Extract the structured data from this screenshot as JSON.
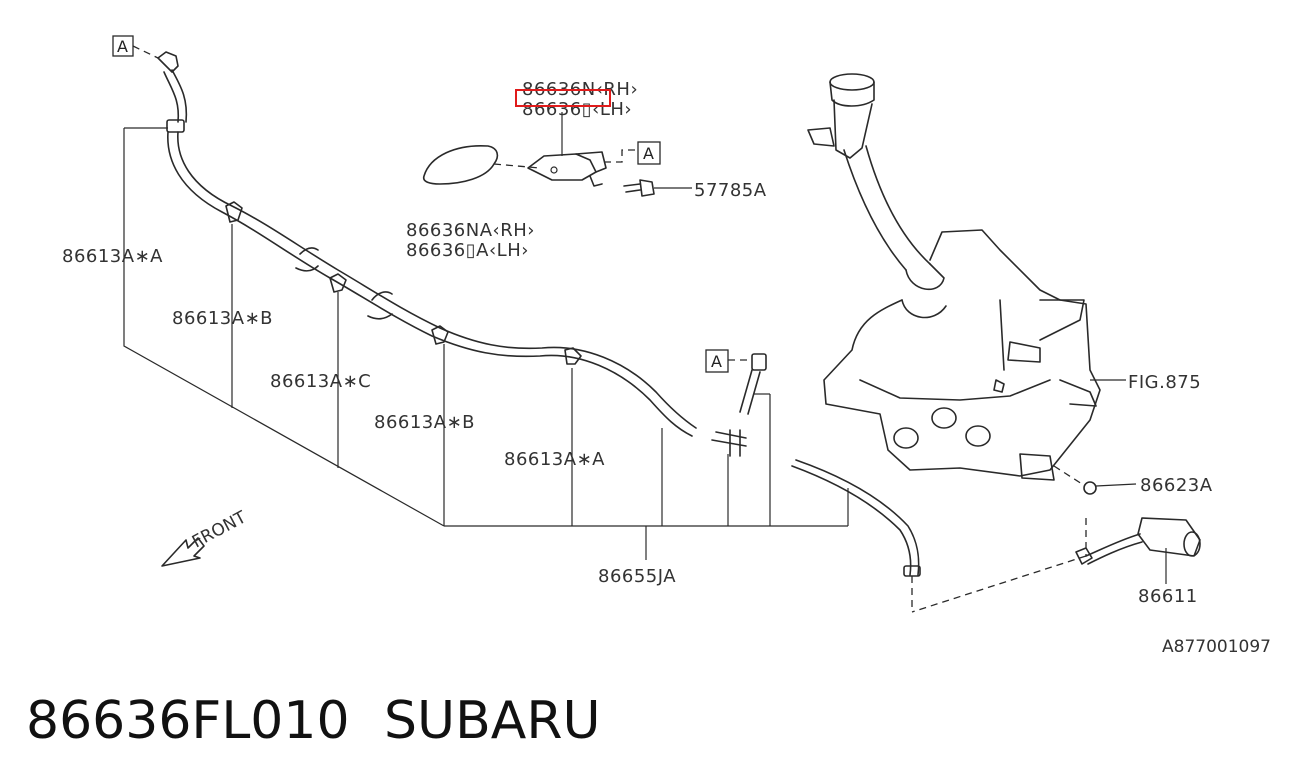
{
  "parts": {
    "nozzle_rh": "86636N‹RH›",
    "nozzle_lh": "86636▯‹LH›",
    "bolt": "57785A",
    "cover_rh": "86636NA‹RH›",
    "cover_lh": "86636▯A‹LH›",
    "clip_a_left": "86613A∗A",
    "clip_b_left": "86613A∗B",
    "clip_c": "86613A∗C",
    "clip_b_right": "86613A∗B",
    "clip_a_right": "86613A∗A",
    "hose": "86655JA",
    "tank_ref": "FIG.875",
    "grommet": "86623A",
    "motor": "86611",
    "front": "FRONT"
  },
  "ref_marker": "A",
  "diagram_code": "A877001097",
  "title": {
    "part_number": "86636FL010",
    "brand": "SUBARU"
  },
  "colors": {
    "highlight": "#e01b1b",
    "line": "#2a2a2a"
  }
}
